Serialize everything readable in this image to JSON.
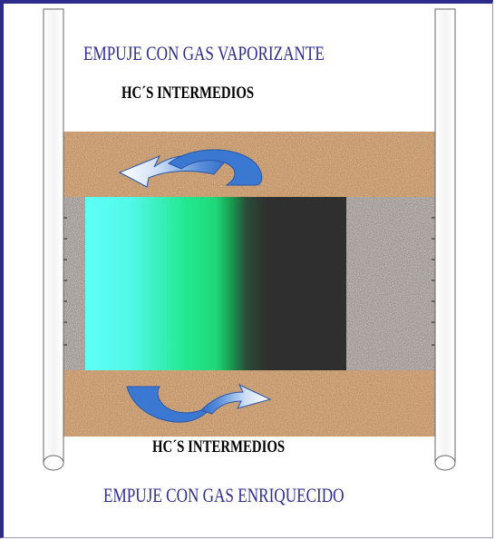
{
  "title_top": "EMPUJE CON GAS VAPORIZANTE",
  "subtitle_top": "HC´S INTERMEDIOS",
  "subtitle_bottom": "HC´S INTERMEDIOS",
  "title_bottom": "EMPUJE CON GAS ENRIQUECIDO",
  "colors": {
    "border": "#2b2b8c",
    "title_text": "#2e2e8f",
    "sand": "#b98a5e",
    "rock_gray": "#8f8782",
    "front_cyan": "#5ffff8",
    "front_green": "#22e07a",
    "oil_dark": "#2f2f2f",
    "arrow_blue": "#3b78d2"
  }
}
